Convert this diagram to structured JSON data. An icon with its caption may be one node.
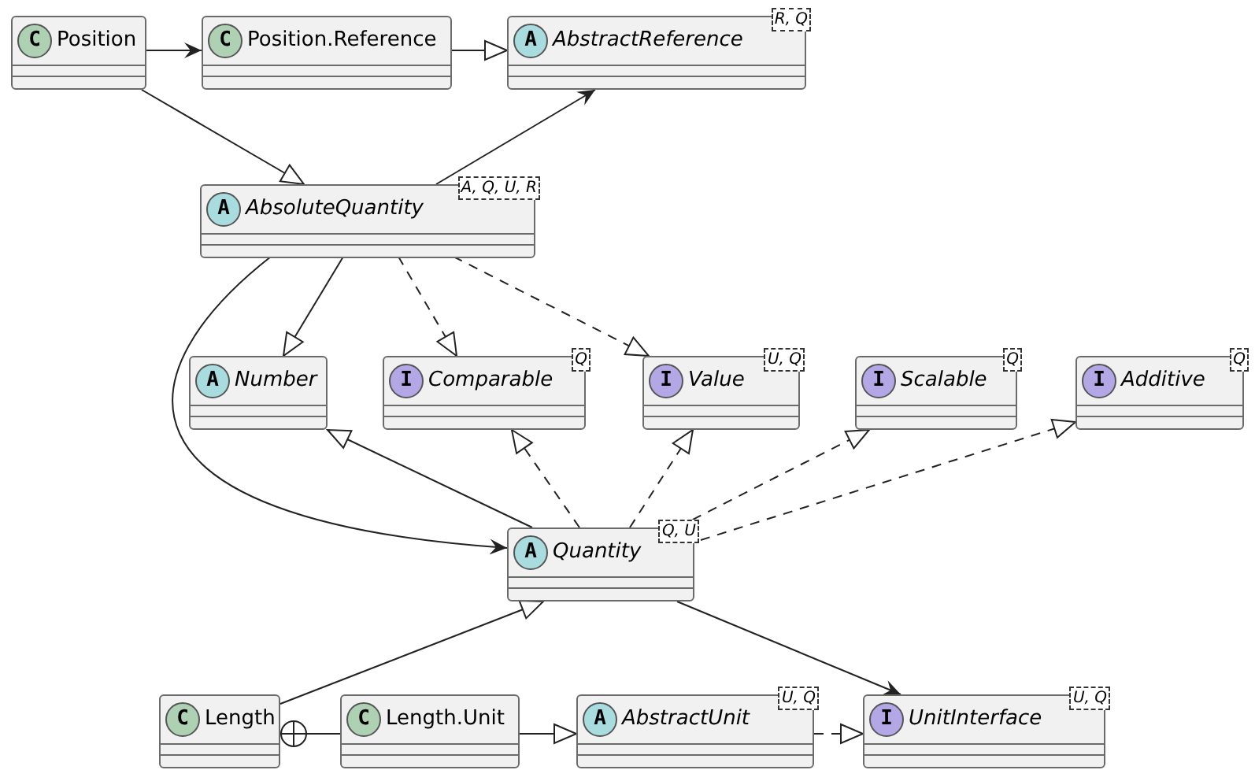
{
  "diagram": {
    "nodes": [
      {
        "text": [
          "C",
          "Position"
        ]
      },
      {
        "text": [
          "C",
          "Position.Reference"
        ]
      },
      {
        "text": [
          "A",
          "AbstractReference",
          "R, Q"
        ]
      },
      {
        "text": [
          "A",
          "AbsoluteQuantity",
          "A, Q, U, R"
        ]
      },
      {
        "text": [
          "A",
          "Number"
        ]
      },
      {
        "text": [
          "I",
          "Comparable",
          "Q"
        ]
      },
      {
        "text": [
          "I",
          "Value",
          "U, Q"
        ]
      },
      {
        "text": [
          "I",
          "Scalable",
          "Q"
        ]
      },
      {
        "text": [
          "I",
          "Additive",
          "Q"
        ]
      },
      {
        "text": [
          "A",
          "Quantity",
          "Q, U"
        ]
      },
      {
        "text": [
          "C",
          "Length"
        ]
      },
      {
        "text": [
          "C",
          "Length.Unit"
        ]
      },
      {
        "text": [
          "A",
          "AbstractUnit",
          "U, Q"
        ]
      },
      {
        "text": [
          "I",
          "UnitInterface",
          "U, Q"
        ]
      }
    ],
    "edges": [
      {
        "from": 0,
        "to": 1,
        "arrow": "to"
      },
      {
        "from": 1,
        "to": 2,
        "arrow": "to"
      },
      {
        "from": 0,
        "to": 3,
        "arrow": "to"
      },
      {
        "from": 3,
        "to": 2,
        "arrow": "to"
      },
      {
        "from": 3,
        "to": 4,
        "arrow": "to"
      },
      {
        "from": 3,
        "to": 5,
        "arrow": "to",
        "style": "dashed"
      },
      {
        "from": 3,
        "to": 6,
        "arrow": "to",
        "style": "dashed"
      },
      {
        "from": 3,
        "to": 9,
        "arrow": "to"
      },
      {
        "from": 9,
        "to": 4,
        "arrow": "to"
      },
      {
        "from": 9,
        "to": 5,
        "arrow": "to",
        "style": "dashed"
      },
      {
        "from": 9,
        "to": 6,
        "arrow": "to",
        "style": "dashed"
      },
      {
        "from": 9,
        "to": 7,
        "arrow": "to",
        "style": "dashed"
      },
      {
        "from": 9,
        "to": 8,
        "arrow": "to",
        "style": "dashed"
      },
      {
        "from": 10,
        "to": 9,
        "arrow": "to"
      },
      {
        "from": 9,
        "to": 13,
        "arrow": "to"
      },
      {
        "from": 10,
        "to": 11,
        "arrow": "other"
      },
      {
        "from": 11,
        "to": 12,
        "arrow": "to"
      },
      {
        "from": 12,
        "to": 13,
        "arrow": "to",
        "style": "dashed"
      }
    ]
  }
}
